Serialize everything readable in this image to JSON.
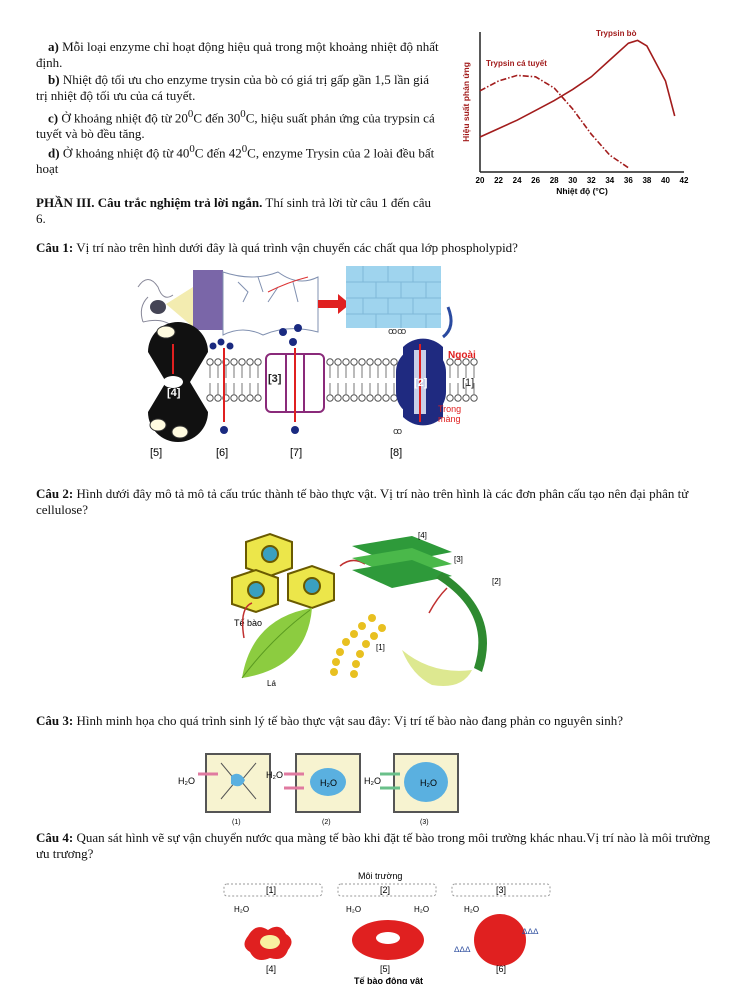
{
  "statements": {
    "a": {
      "label": "a)",
      "text": "Mỗi loại enzyme chỉ hoạt động hiệu quả trong một khoảng nhiệt độ nhất định."
    },
    "b": {
      "label": "b)",
      "text": "Nhiệt độ tối ưu cho enzyme trysin của bò có giá trị gấp gần 1,5 lần giá trị nhiệt độ tối ưu của cá tuyết."
    },
    "c": {
      "label": "c)",
      "pre": "Ở khoảng nhiệt độ từ 20",
      "sup1": "0",
      "mid": "C đến 30",
      "sup2": "0",
      "post": "C, hiệu suất phản ứng của trypsin cá tuyết và bò đều tăng."
    },
    "d": {
      "label": "d)",
      "pre": "Ở khoảng nhiệt độ từ 40",
      "sup1": "0",
      "mid": "C đến 42",
      "sup2": "0",
      "post": "C, enzyme Trysin của 2 loài đều bất hoạt"
    }
  },
  "section": {
    "title": "PHẦN III. Câu trắc nghiệm trả lời ngắn.",
    "text": "Thí sinh trả lời từ câu 1 đến câu 6."
  },
  "chart_data": {
    "type": "line",
    "ylabel": "Hiệu suất phản ứng",
    "xlabel": "Nhiệt độ (°C)",
    "xlim": [
      20,
      42
    ],
    "x_ticks": [
      20,
      22,
      24,
      26,
      28,
      30,
      32,
      34,
      36,
      38,
      40,
      42
    ],
    "series": [
      {
        "name": "Trypsin bò",
        "x": [
          20,
          22,
          24,
          26,
          28,
          30,
          32,
          34,
          36,
          37,
          38,
          40,
          41
        ],
        "y": [
          25,
          31,
          37,
          44,
          51,
          59,
          68,
          80,
          92,
          94,
          90,
          65,
          40
        ],
        "color": "#a21c1c",
        "style": "solid"
      },
      {
        "name": "Trypsin cá tuyết",
        "x": [
          20,
          22,
          24,
          26,
          28,
          30,
          32,
          34,
          36
        ],
        "y": [
          58,
          65,
          69,
          68,
          60,
          45,
          27,
          12,
          3
        ],
        "color": "#a21c1c",
        "style": "dashdot"
      }
    ]
  },
  "questions": {
    "q1": {
      "label": "Câu 1:",
      "text": "Vị trí nào trên hình dưới đây là quá trình vận chuyển các chất qua lớp phospholypid?"
    },
    "q2": {
      "label": "Câu 2:",
      "text": "Hình dưới đây mô tả mô tả cấu trúc thành tế bào thực vật. Vị trí nào  trên hình là các đơn phân cấu tạo nên đại phân tử cellulose?"
    },
    "q3": {
      "label": "Câu 3:",
      "text": "Hình minh họa cho quá trình sinh lý tế bào thực vật sau đây: Vị trí  tế bào nào đang phản co nguyên sinh?"
    },
    "q4": {
      "label": "Câu 4:",
      "text": "Quan sát hình vẽ sự vận chuyển nước qua màng tế bào khi đặt tế bào trong môi trường khác nhau.Vị trí nào là môi trường ưu trương?"
    }
  },
  "fig1": {
    "p4": "[4]",
    "p3": "[3]",
    "p2": "[2]",
    "p1": "[1]",
    "p5": "[5]",
    "p6": "[6]",
    "p7": "[7]",
    "p8": "[8]",
    "outside": "Ngoài",
    "inside1": "Trong",
    "inside2": "màng"
  },
  "fig2": {
    "cell": "Tế bào",
    "leaf": "Lá",
    "p1": "[1]",
    "p2": "[2]",
    "p3": "[3]",
    "p4": "[4]"
  },
  "fig3": {
    "water": "H₂O",
    "c1": "(1)",
    "c2": "(2)",
    "c3": "(3)"
  },
  "fig4": {
    "env": "Môi trường",
    "p1": "[1]",
    "p2": "[2]",
    "p3": "[3]",
    "p4": "[4]",
    "p5": "[5]",
    "p6": "[6]",
    "water": "H₂O",
    "caption": "Tế bào động vật"
  }
}
